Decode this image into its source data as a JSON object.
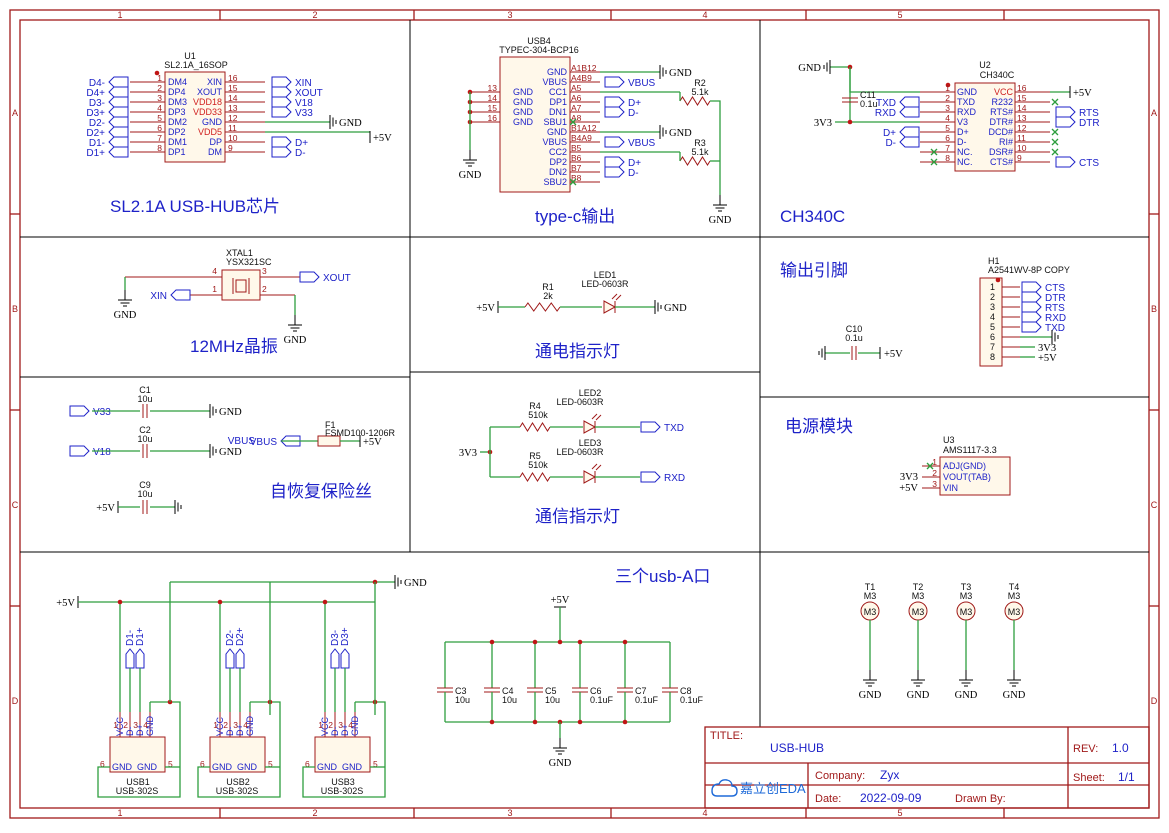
{
  "border": {
    "cols": [
      "1",
      "2",
      "3",
      "4",
      "5"
    ],
    "rows": [
      "A",
      "B",
      "C",
      "D"
    ]
  },
  "sections": {
    "hub": "SL2.1A USB-HUB芯片",
    "typec": "type-c输出",
    "ch340": "CH340C",
    "pins": "输出引脚",
    "xtal": "12MHz晶振",
    "power_led": "通电指示灯",
    "fuse": "自恢复保险丝",
    "comm_led": "通信指示灯",
    "psu": "电源模块",
    "usba": "三个usb-A口"
  },
  "u1": {
    "ref": "U1",
    "part": "SL2.1A_16SOP",
    "left": [
      [
        "DM4",
        "1",
        "D4-"
      ],
      [
        "DP4",
        "2",
        "D4+"
      ],
      [
        "DM3",
        "3",
        "D3-"
      ],
      [
        "DP3",
        "4",
        "D3+"
      ],
      [
        "DM2",
        "5",
        "D2-"
      ],
      [
        "DP2",
        "6",
        "D2+"
      ],
      [
        "DM1",
        "7",
        "D1-"
      ],
      [
        "DP1",
        "8",
        "D1+"
      ]
    ],
    "right": [
      [
        "XIN",
        "16",
        "XIN"
      ],
      [
        "XOUT",
        "15",
        "XOUT"
      ],
      [
        "VDD18",
        "14",
        "V18"
      ],
      [
        "VDD33",
        "13",
        "V33"
      ],
      [
        "GND",
        "12",
        "GND"
      ],
      [
        "VDD5",
        "11",
        "+5V"
      ],
      [
        "DP",
        "10",
        "D+"
      ],
      [
        "DM",
        "9",
        "D-"
      ]
    ]
  },
  "usb4": {
    "ref": "USB4",
    "part": "TYPEC-304-BCP16",
    "left": [
      [
        "GND",
        "13"
      ],
      [
        "GND",
        "14"
      ],
      [
        "GND",
        "15"
      ],
      [
        "GND",
        "16"
      ]
    ],
    "right": [
      [
        "GND",
        "A1B12"
      ],
      [
        "VBUS",
        "A4B9"
      ],
      [
        "CC1",
        "A5"
      ],
      [
        "DP1",
        "A6"
      ],
      [
        "DN1",
        "A7"
      ],
      [
        "SBU1",
        "A8"
      ],
      [
        "GND",
        "B1A12"
      ],
      [
        "VBUS",
        "B4A9"
      ],
      [
        "CC2",
        "B5"
      ],
      [
        "DP2",
        "B6"
      ],
      [
        "DN2",
        "B7"
      ],
      [
        "SBU2",
        "B8"
      ]
    ],
    "nets": {
      "gnd": "GND",
      "vbus": "VBUS",
      "dp": "D+",
      "dm": "D-"
    },
    "r2": {
      "ref": "R2",
      "val": "5.1k"
    },
    "r3": {
      "ref": "R3",
      "val": "5.1k"
    }
  },
  "u2": {
    "ref": "U2",
    "part": "CH340C",
    "left": [
      [
        "GND",
        "1",
        "GND"
      ],
      [
        "TXD",
        "2",
        "TXD"
      ],
      [
        "RXD",
        "3",
        "RXD"
      ],
      [
        "V3",
        "4",
        "3V3"
      ],
      [
        "D+",
        "5",
        "D+"
      ],
      [
        "D-",
        "6",
        "D-"
      ],
      [
        "NC.",
        "7",
        ""
      ],
      [
        "NC.",
        "8",
        ""
      ]
    ],
    "right": [
      [
        "VCC",
        "16",
        "+5V"
      ],
      [
        "R232",
        "15",
        ""
      ],
      [
        "RTS#",
        "14",
        "RTS"
      ],
      [
        "DTR#",
        "13",
        "DTR"
      ],
      [
        "DCD#",
        "12",
        ""
      ],
      [
        "RI#",
        "11",
        ""
      ],
      [
        "DSR#",
        "10",
        ""
      ],
      [
        "CTS#",
        "9",
        "CTS"
      ]
    ],
    "c11": {
      "ref": "C11",
      "val": "0.1u"
    }
  },
  "h1": {
    "ref": "H1",
    "part": "A2541WV-8P COPY",
    "pins": [
      [
        "1",
        "CTS"
      ],
      [
        "2",
        "DTR"
      ],
      [
        "3",
        "RTS"
      ],
      [
        "4",
        "RXD"
      ],
      [
        "5",
        "TXD"
      ],
      [
        "6",
        ""
      ],
      [
        "7",
        "3V3"
      ],
      [
        "8",
        "+5V"
      ]
    ],
    "c10": {
      "ref": "C10",
      "val": "0.1u",
      "net": "+5V"
    }
  },
  "xtal": {
    "ref": "XTAL1",
    "part": "YSX321SC",
    "pins": [
      "1",
      "2",
      "3",
      "4"
    ],
    "nets": {
      "xin": "XIN",
      "xout": "XOUT",
      "gnd": "GND"
    }
  },
  "pled": {
    "r": {
      "ref": "R1",
      "val": "2k"
    },
    "led": {
      "ref": "LED1",
      "part": "LED-0603R"
    },
    "nets": {
      "vcc": "+5V",
      "gnd": "GND"
    }
  },
  "caps": {
    "c1": {
      "ref": "C1",
      "val": "10u",
      "net": "V33"
    },
    "c2": {
      "ref": "C2",
      "val": "10u",
      "net": "V18"
    },
    "c9": {
      "ref": "C9",
      "val": "10u",
      "net": "+5V"
    },
    "gnd": "GND"
  },
  "fuse": {
    "ref": "F1",
    "part": "FSMD100-1206R",
    "in": "VBUS",
    "out": "+5V"
  },
  "cled": {
    "vcc": "3V3",
    "r4": {
      "ref": "R4",
      "val": "510k"
    },
    "led2": {
      "ref": "LED2",
      "part": "LED-0603R"
    },
    "n2": "TXD",
    "r5": {
      "ref": "R5",
      "val": "510k"
    },
    "led3": {
      "ref": "LED3",
      "part": "LED-0603R"
    },
    "n3": "RXD"
  },
  "u3": {
    "ref": "U3",
    "part": "AMS1117-3.3",
    "pins": [
      [
        "1",
        "ADJ(GND)"
      ],
      [
        "2",
        "VOUT(TAB)"
      ],
      [
        "3",
        "VIN"
      ]
    ],
    "nets": [
      "",
      "3V3",
      "+5V"
    ]
  },
  "usba": {
    "vcc": "+5V",
    "gnd": "GND",
    "ports": [
      {
        "ref": "USB1",
        "part": "USB-302S",
        "dm": "D1-",
        "dp": "D1+"
      },
      {
        "ref": "USB2",
        "part": "USB-302S",
        "dm": "D2-",
        "dp": "D2+"
      },
      {
        "ref": "USB3",
        "part": "USB-302S",
        "dm": "D3-",
        "dp": "D3+"
      }
    ],
    "pins": [
      "VCC",
      "D-",
      "D+",
      "GND"
    ],
    "pinnums": [
      "1",
      "2",
      "3",
      "4"
    ],
    "gndpins": [
      "GND",
      "GND"
    ],
    "side": [
      "6",
      "5"
    ],
    "caps": [
      {
        "ref": "C3",
        "val": "10u"
      },
      {
        "ref": "C4",
        "val": "10u"
      },
      {
        "ref": "C5",
        "val": "10u"
      },
      {
        "ref": "C6",
        "val": "0.1uF"
      },
      {
        "ref": "C7",
        "val": "0.1uF"
      },
      {
        "ref": "C8",
        "val": "0.1uF"
      }
    ],
    "cnets": {
      "vcc": "+5V",
      "gnd": "GND"
    }
  },
  "holes": [
    {
      "ref": "T1",
      "val": "M3"
    },
    {
      "ref": "T2",
      "val": "M3"
    },
    {
      "ref": "T3",
      "val": "M3"
    },
    {
      "ref": "T4",
      "val": "M3"
    }
  ],
  "holes_gnd": "GND",
  "titleblock": {
    "title_label": "TITLE:",
    "title": "USB-HUB",
    "rev_label": "REV:",
    "rev": "1.0",
    "company_label": "Company:",
    "company": "Zyx",
    "sheet_label": "Sheet:",
    "sheet": "1/1",
    "date_label": "Date:",
    "date": "2022-09-09",
    "drawn_label": "Drawn By:",
    "drawn": "",
    "logo": "嘉立创EDA"
  }
}
